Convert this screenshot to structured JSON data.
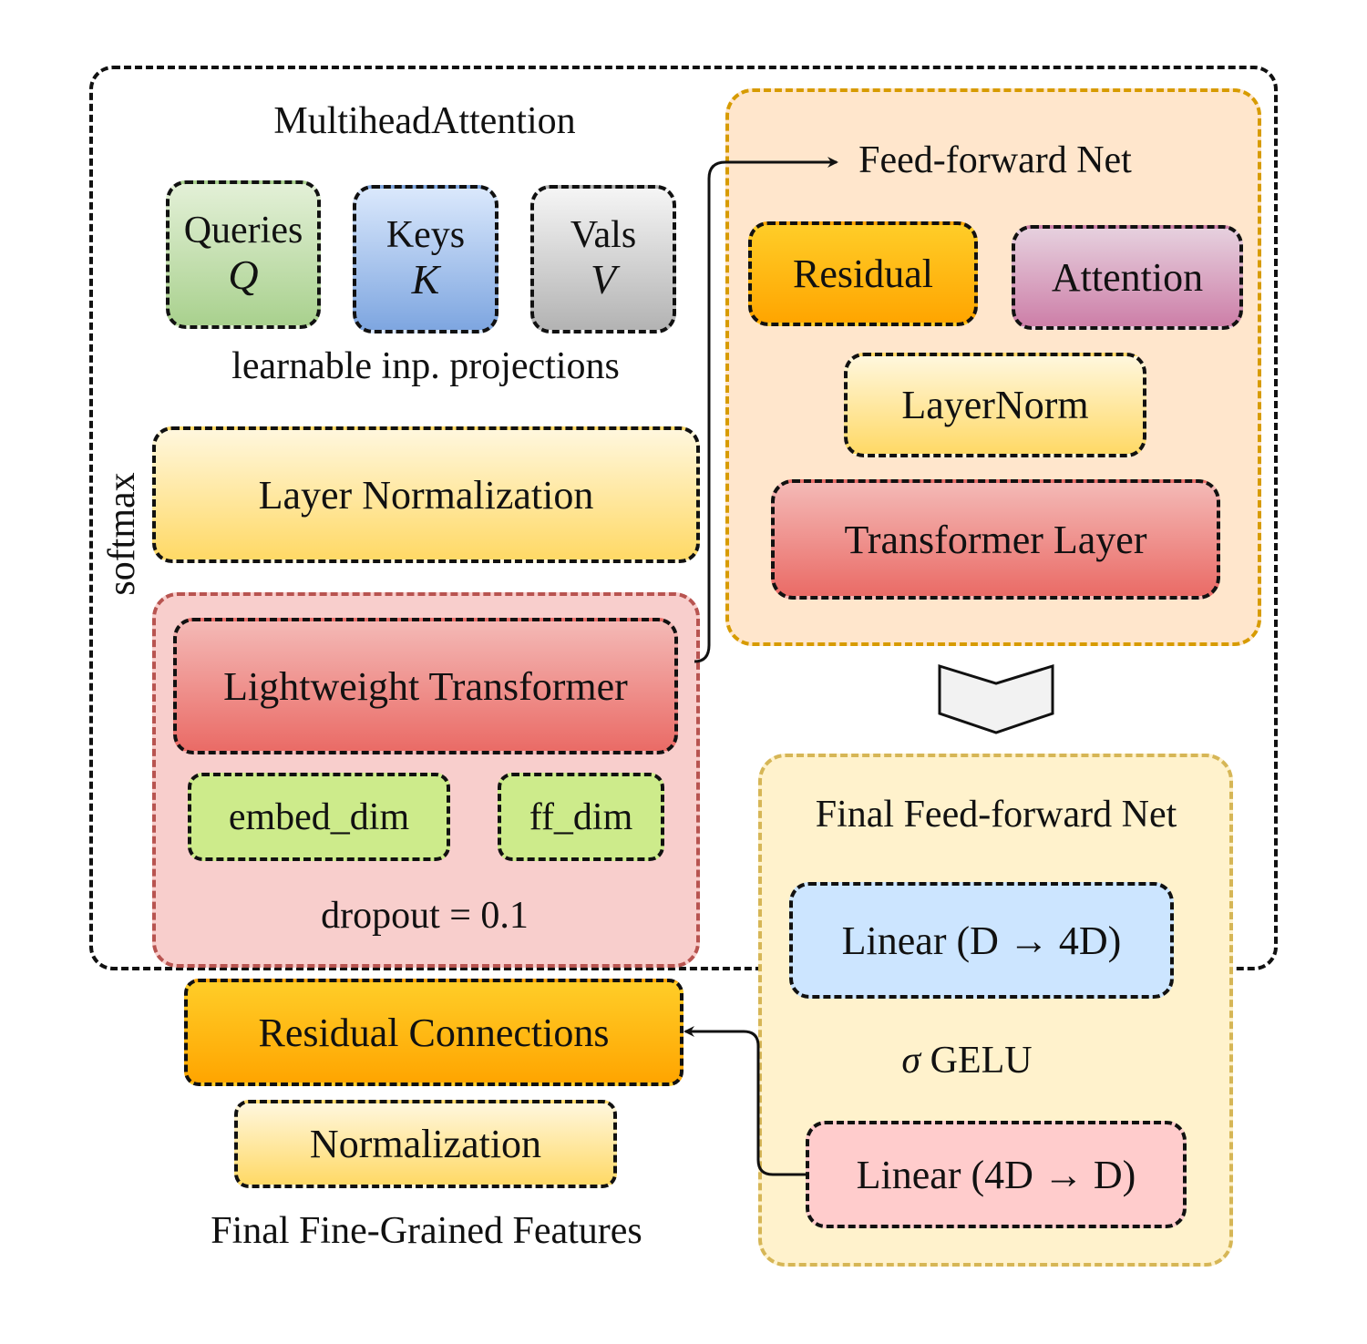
{
  "labels": {
    "multihead_title": "MultiheadAttention",
    "queries": "Queries",
    "queries_sym": "Q",
    "keys": "Keys",
    "keys_sym": "K",
    "vals": "Vals",
    "vals_sym": "V",
    "projections": "learnable inp. projections",
    "layer_normalization": "Layer Normalization",
    "softmax": "softmax",
    "lightweight_transformer": "Lightweight Transformer",
    "embed_dim": "embed_dim",
    "ff_dim": "ff_dim",
    "dropout": "dropout = 0.1",
    "residual_connections": "Residual Connections",
    "normalization": "Normalization",
    "final_features": "Final Fine-Grained Features",
    "ffn_title": "Feed-forward Net",
    "residual": "Residual",
    "attention": "Attention",
    "layernorm": "LayerNorm",
    "transformer_layer": "Transformer Layer",
    "final_ffn_title": "Final Feed-forward Net",
    "linear_up": "Linear (D → 4D)",
    "gelu_sym": "σ",
    "gelu": "GELU",
    "linear_down": "Linear (4D → D)"
  },
  "colors": {
    "queries": "#a9d18e",
    "keys": "#7ea6e0",
    "vals": "#bdbdbd",
    "yellow": "#ffe599",
    "orange": "#ffa500",
    "red_grad": "#ea6b66",
    "lightweight_container": "#f8cecc",
    "ffn_container": "#ffe6cc",
    "final_ffn_container": "#fff2cc",
    "green_param": "#cdeb8b",
    "attention": "#cd7fa8",
    "linear_up": "#cce5ff",
    "linear_down": "#ffcccc"
  }
}
